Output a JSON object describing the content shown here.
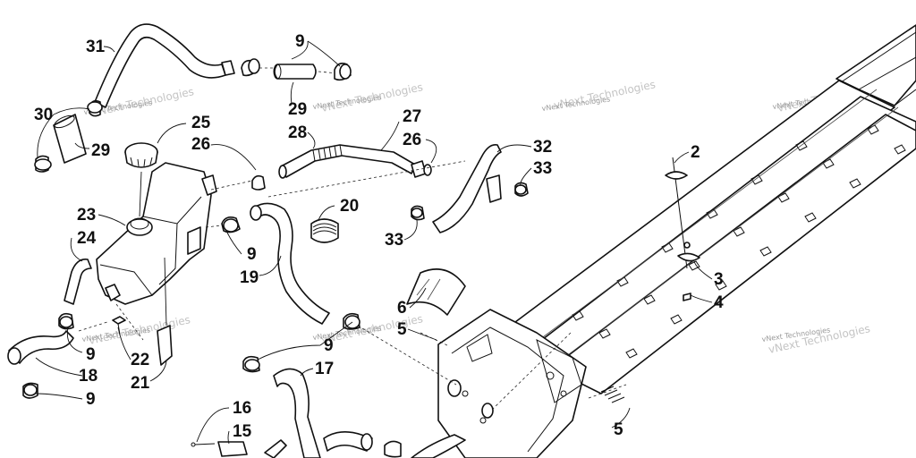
{
  "watermark": {
    "text": "vNext Technologies"
  },
  "callouts": [
    {
      "id": "c31",
      "text": "31"
    },
    {
      "id": "c9a",
      "text": "9"
    },
    {
      "id": "c30",
      "text": "30"
    },
    {
      "id": "c29a",
      "text": "29"
    },
    {
      "id": "c29b",
      "text": "29"
    },
    {
      "id": "c25",
      "text": "25"
    },
    {
      "id": "c26a",
      "text": "26"
    },
    {
      "id": "c28",
      "text": "28"
    },
    {
      "id": "c27",
      "text": "27"
    },
    {
      "id": "c26b",
      "text": "26"
    },
    {
      "id": "c32",
      "text": "32"
    },
    {
      "id": "c33a",
      "text": "33"
    },
    {
      "id": "c2",
      "text": "2"
    },
    {
      "id": "c20",
      "text": "20"
    },
    {
      "id": "c23",
      "text": "23"
    },
    {
      "id": "c24",
      "text": "24"
    },
    {
      "id": "c9b",
      "text": "9"
    },
    {
      "id": "c19",
      "text": "19"
    },
    {
      "id": "c33b",
      "text": "33"
    },
    {
      "id": "c3",
      "text": "3"
    },
    {
      "id": "c4",
      "text": "4"
    },
    {
      "id": "c6",
      "text": "6"
    },
    {
      "id": "c5a",
      "text": "5"
    },
    {
      "id": "c9c",
      "text": "9"
    },
    {
      "id": "c9d",
      "text": "9"
    },
    {
      "id": "c22",
      "text": "22"
    },
    {
      "id": "c18",
      "text": "18"
    },
    {
      "id": "c21",
      "text": "21"
    },
    {
      "id": "c17",
      "text": "17"
    },
    {
      "id": "c9e",
      "text": "9"
    },
    {
      "id": "c16",
      "text": "16"
    },
    {
      "id": "c15",
      "text": "15"
    },
    {
      "id": "c5b",
      "text": "5"
    }
  ]
}
